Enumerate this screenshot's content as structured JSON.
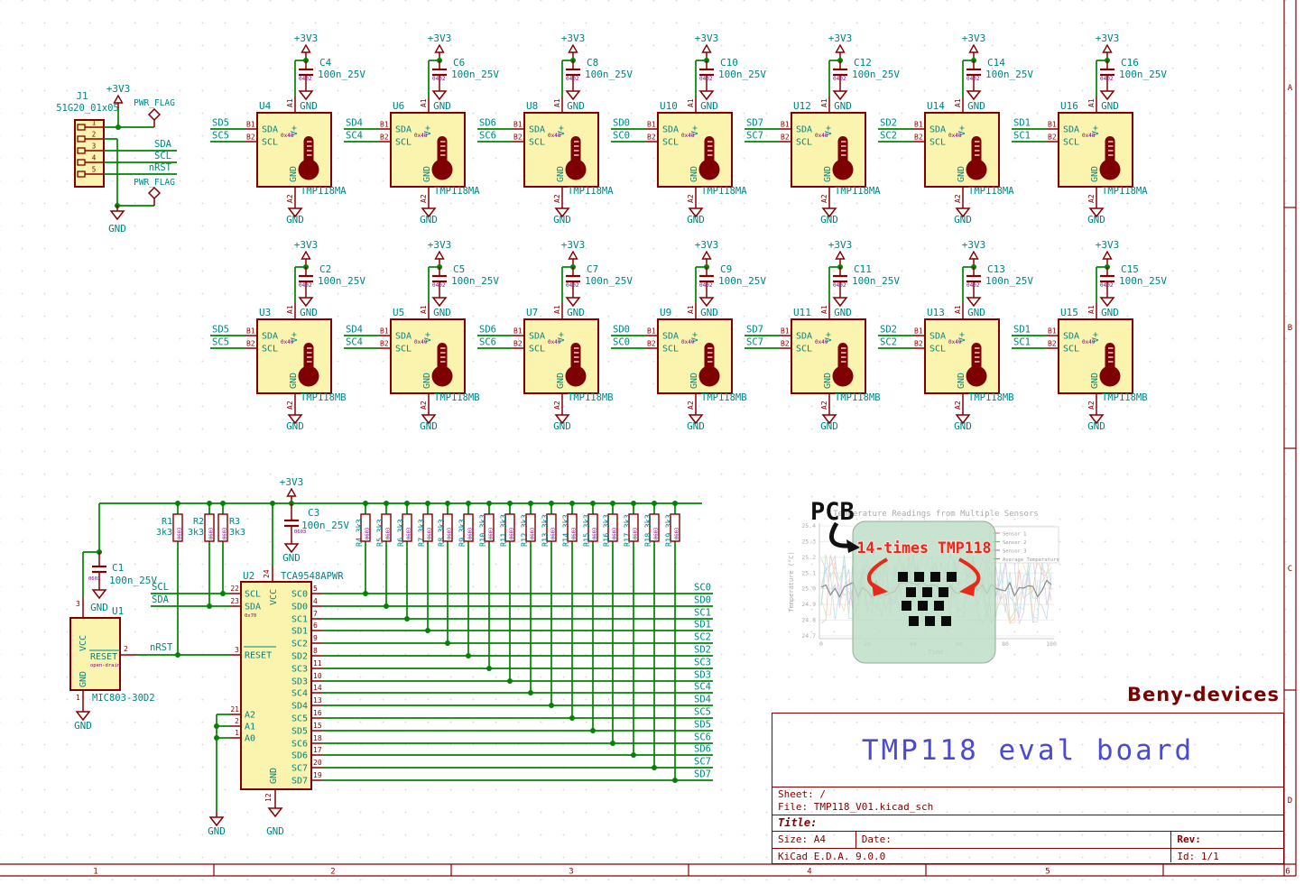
{
  "colors": {
    "wire": "#008400",
    "outline": "#840000",
    "body_fill": "#FAF4AE",
    "label_teal": "#008484",
    "footprint_purple": "#840084",
    "thermometer": "#7E0000",
    "title_blue": "#4A4AD2",
    "sheet_red": "#840000",
    "annotation_red": "#E82818",
    "overlay_green": "#BCDCC6"
  },
  "border": {
    "columns": [
      "1",
      "2",
      "3",
      "4",
      "5",
      "6"
    ],
    "rows": [
      "A",
      "B",
      "C",
      "D"
    ]
  },
  "title_block": {
    "company": "Beny-devices",
    "title": "TMP118 eval board",
    "sheet": "Sheet: /",
    "file": "File: TMP118_V01.kicad_sch",
    "title_label": "Title:",
    "size": "Size: A4",
    "date": "Date:",
    "rev": "Rev:",
    "tool": "KiCad E.D.A. 9.0.0",
    "id": "Id: 1/1"
  },
  "power": {
    "rail": "+3V3",
    "gnd": "GND"
  },
  "connector": {
    "ref": "J1",
    "part": "51G20_01x05",
    "pin_numbers": [
      "1",
      "2",
      "3",
      "4",
      "5"
    ],
    "pwr_flag": "PWR_FLAG",
    "nets": [
      "SDA",
      "SCL",
      "nRST"
    ]
  },
  "sensor_array": {
    "cap_value": "100n_25V",
    "cap_footprint": "0402",
    "pins": {
      "sda": {
        "name": "SDA",
        "num": "B1"
      },
      "scl": {
        "name": "SCL",
        "num": "B2"
      },
      "vplus": {
        "name": "V+",
        "num": "A1"
      },
      "gnd": {
        "name": "GND",
        "num": "A2"
      }
    },
    "rows": [
      {
        "part": "TMP118MA",
        "i2c_addr": "0x48",
        "units": [
          {
            "ref": "U4",
            "cap": "C4",
            "sda_net": "SD5",
            "scl_net": "SC5"
          },
          {
            "ref": "U6",
            "cap": "C6",
            "sda_net": "SD4",
            "scl_net": "SC4"
          },
          {
            "ref": "U8",
            "cap": "C8",
            "sda_net": "SD6",
            "scl_net": "SC6"
          },
          {
            "ref": "U10",
            "cap": "C10",
            "sda_net": "SD0",
            "scl_net": "SC0"
          },
          {
            "ref": "U12",
            "cap": "C12",
            "sda_net": "SD7",
            "scl_net": "SC7"
          },
          {
            "ref": "U14",
            "cap": "C14",
            "sda_net": "SD2",
            "scl_net": "SC2"
          },
          {
            "ref": "U16",
            "cap": "C16",
            "sda_net": "SD1",
            "scl_net": "SC1"
          }
        ]
      },
      {
        "part": "TMP118MB",
        "i2c_addr": "0x49",
        "units": [
          {
            "ref": "U3",
            "cap": "C2",
            "sda_net": "SD5",
            "scl_net": "SC5"
          },
          {
            "ref": "U5",
            "cap": "C5",
            "sda_net": "SD4",
            "scl_net": "SC4"
          },
          {
            "ref": "U7",
            "cap": "C7",
            "sda_net": "SD6",
            "scl_net": "SC6"
          },
          {
            "ref": "U9",
            "cap": "C9",
            "sda_net": "SD0",
            "scl_net": "SC0"
          },
          {
            "ref": "U11",
            "cap": "C11",
            "sda_net": "SD7",
            "scl_net": "SC7"
          },
          {
            "ref": "U13",
            "cap": "C13",
            "sda_net": "SD2",
            "scl_net": "SC2"
          },
          {
            "ref": "U15",
            "cap": "C15",
            "sda_net": "SD1",
            "scl_net": "SC1"
          }
        ]
      }
    ]
  },
  "supervisor": {
    "ref": "U1",
    "part": "MIC803-30D2",
    "note": "open-drain",
    "vcc": {
      "num": "3",
      "name": "VCC"
    },
    "reset": {
      "num": "2",
      "name": "RESET"
    },
    "gnd": {
      "num": "1",
      "name": "GND"
    },
    "net_out": "nRST"
  },
  "mux": {
    "ref": "U2",
    "part": "TCA9548APWR",
    "i2c_addr": "0x70",
    "top_pin": {
      "num": "24",
      "name": "VCC"
    },
    "bottom_pin": {
      "num": "12",
      "name": "GND"
    },
    "left_pins": [
      {
        "num": "22",
        "name": "SCL",
        "net": "SCL"
      },
      {
        "num": "23",
        "name": "SDA",
        "net": "SDA"
      },
      {
        "num": "3",
        "name": "RESET",
        "net": "nRST"
      },
      {
        "num": "21",
        "name": "A2",
        "net": ""
      },
      {
        "num": "2",
        "name": "A1",
        "net": ""
      },
      {
        "num": "1",
        "name": "A0",
        "net": ""
      }
    ],
    "right_pins": [
      {
        "num": "5",
        "name": "SC0"
      },
      {
        "num": "4",
        "name": "SD0"
      },
      {
        "num": "7",
        "name": "SC1"
      },
      {
        "num": "6",
        "name": "SD1"
      },
      {
        "num": "9",
        "name": "SC2"
      },
      {
        "num": "8",
        "name": "SD2"
      },
      {
        "num": "11",
        "name": "SC3"
      },
      {
        "num": "10",
        "name": "SD3"
      },
      {
        "num": "14",
        "name": "SC4"
      },
      {
        "num": "13",
        "name": "SD4"
      },
      {
        "num": "16",
        "name": "SC5"
      },
      {
        "num": "15",
        "name": "SD5"
      },
      {
        "num": "18",
        "name": "SC6"
      },
      {
        "num": "17",
        "name": "SD6"
      },
      {
        "num": "20",
        "name": "SC7"
      },
      {
        "num": "19",
        "name": "SD7"
      }
    ]
  },
  "resistors": {
    "footprint": "0603",
    "i2c_pullups": [
      {
        "ref": "R1",
        "value": "3k3"
      },
      {
        "ref": "R2",
        "value": "3k3"
      },
      {
        "ref": "R3",
        "value": "3k3"
      }
    ],
    "bus_pullups": [
      {
        "ref": "R4",
        "value": "3k3"
      },
      {
        "ref": "R5",
        "value": "3k3"
      },
      {
        "ref": "R6",
        "value": "3k3"
      },
      {
        "ref": "R7",
        "value": "3k3"
      },
      {
        "ref": "R8",
        "value": "3k3"
      },
      {
        "ref": "R9",
        "value": "3k3"
      },
      {
        "ref": "R10",
        "value": "3k3"
      },
      {
        "ref": "R11",
        "value": "3k3"
      },
      {
        "ref": "R12",
        "value": "3k3"
      },
      {
        "ref": "R13",
        "value": "3k3"
      },
      {
        "ref": "R14",
        "value": "3k3"
      },
      {
        "ref": "R15",
        "value": "3k3"
      },
      {
        "ref": "R16",
        "value": "3k3"
      },
      {
        "ref": "R17",
        "value": "3k3"
      },
      {
        "ref": "R18",
        "value": "3k3"
      },
      {
        "ref": "R19",
        "value": "3k3"
      }
    ]
  },
  "decoupling": {
    "c1": {
      "ref": "C1",
      "value": "100n_25V",
      "footprint": "0603"
    },
    "c3": {
      "ref": "C3",
      "value": "100n_25V",
      "footprint": "0603"
    }
  },
  "pcb_preview": {
    "label": "PCB",
    "annotation": "14-times TMP118",
    "sensor_grid_rows": [
      4,
      3,
      3,
      3
    ],
    "chart_data": {
      "type": "line",
      "title": "Temperature Readings from Multiple Sensors",
      "xlabel": "Time",
      "ylabel": "Temperature (°C)",
      "xlim": [
        0,
        100
      ],
      "ylim": [
        24.7,
        25.4
      ],
      "yticks": [
        25.4,
        25.3,
        25.2,
        25.1,
        25.0,
        24.9,
        24.8,
        24.7
      ],
      "xticks": [
        0,
        20,
        40,
        60,
        80,
        100
      ],
      "legend": [
        "Sensor 1",
        "Sensor 2",
        "Sensor 3",
        "Average Temperature"
      ],
      "legend_position": "upper right",
      "grid": true,
      "series_model": {
        "baseline": 25.0,
        "sensor_noise_amplitude": 0.45,
        "average_noise_amplitude": 0.12
      }
    }
  }
}
